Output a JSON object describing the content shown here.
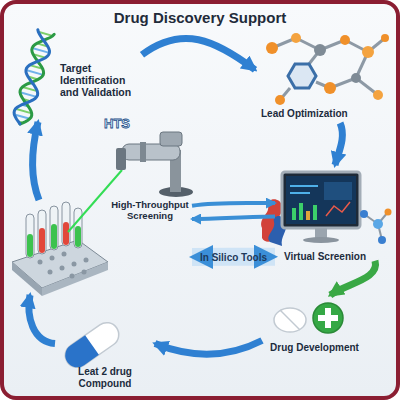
{
  "diagram": {
    "title": "Drug Discovery Support",
    "nodes": [
      {
        "text": [
          "Target Identification and Validation"
        ]
      },
      {
        "text": [
          "Lead Optimization"
        ]
      },
      {
        "text": [
          "High-Throughput Screening"
        ]
      },
      {
        "text": [
          "Virtual Screenion"
        ]
      },
      {
        "text": [
          "Drug Development"
        ]
      },
      {
        "text": [
          "Leat 2 drug Compound"
        ]
      }
    ],
    "edges": [
      {
        "from": 0,
        "to": 1,
        "arrow": "to"
      },
      {
        "from": 1,
        "to": 3,
        "arrow": "to"
      },
      {
        "from": 3,
        "to": 4,
        "arrow": "to"
      },
      {
        "from": 4,
        "to": 5,
        "arrow": "to"
      },
      {
        "from": 5,
        "to": 2,
        "arrow": "to"
      },
      {
        "from": 2,
        "to": 0,
        "arrow": "to"
      },
      {
        "from": 2,
        "to": 3,
        "arrow": "both",
        "label": "In Silico Tools"
      },
      {
        "from": 2,
        "to": 3,
        "arrow": "to"
      },
      {
        "from": 3,
        "to": 2,
        "arrow": "to"
      }
    ],
    "labels": [
      "HTS"
    ]
  }
}
